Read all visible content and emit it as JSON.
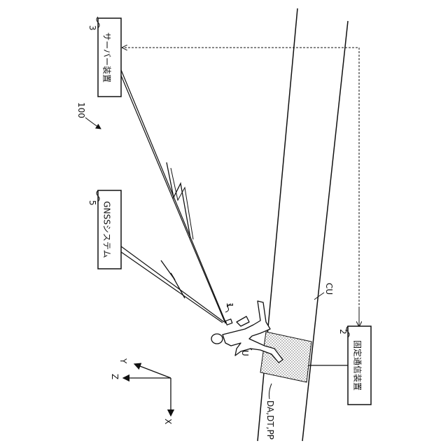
{
  "boxes": {
    "server": "サーバー装置",
    "gnss": "GNSSシステム",
    "fixed": "固定通信装置"
  },
  "labels": {
    "server_ref": "3",
    "gnss_ref": "5",
    "fixed_ref": "2",
    "system_ref": "100",
    "terminal_ref": "1",
    "user_ref": "U",
    "crosswalk": "CU",
    "data": "DA,DT,PP"
  },
  "axes": {
    "x": "X",
    "y": "Y",
    "z": "Z"
  }
}
